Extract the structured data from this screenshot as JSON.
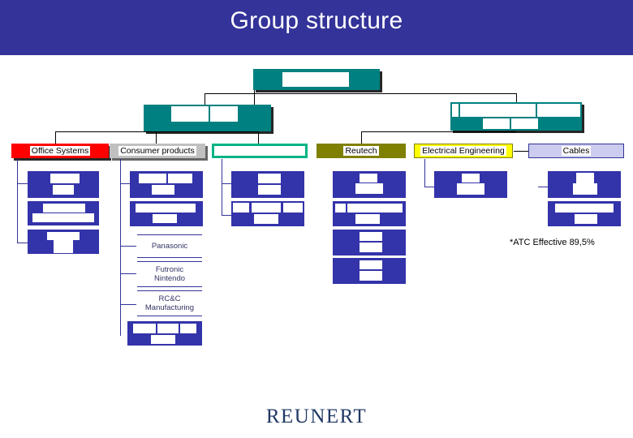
{
  "slide": {
    "title": "Group structure",
    "footnote": "*ATC Effective 89,5%",
    "logo": "REUNERT"
  },
  "colors": {
    "title_band": "#333399",
    "title_text": "#ffffff",
    "teal": "#008080",
    "blue": "#3333aa",
    "red": "#ff0000",
    "gray": "#c0c0c0",
    "green": "#00b386",
    "olive": "#808000",
    "yellow": "#ffff00",
    "lavender": "#ccccee",
    "logo_navy": "#1f3864"
  },
  "tiers": {
    "root": {
      "name": "group-holding-box",
      "redacted": true,
      "label": ""
    },
    "second": [
      {
        "name": "division-group-left",
        "redacted": true,
        "label": ""
      },
      {
        "name": "division-group-right",
        "redacted": true,
        "label": ""
      }
    ]
  },
  "divisions": [
    {
      "id": "office-systems",
      "label": "Office Systems",
      "fill": "#ff0000",
      "text_bg": "#ffffff",
      "border": "none",
      "labelled": true
    },
    {
      "id": "consumer-products",
      "label": "Consumer products",
      "fill": "#c0c0c0",
      "text_bg": "#ffffff",
      "border": "none",
      "labelled": true
    },
    {
      "id": "unlabelled-division",
      "label": "",
      "fill": "#ffffff",
      "text_bg": "#ffffff",
      "border": "3px solid #00b386",
      "labelled": false
    },
    {
      "id": "reutech",
      "label": "Reutech",
      "fill": "#808000",
      "text_bg": "#ffffff",
      "border": "none",
      "labelled": true
    },
    {
      "id": "electrical-engineering",
      "label": "Electrical Engineering",
      "fill": "#ffff00",
      "text_bg": "#ffffff",
      "border": "1px solid #808000",
      "labelled": true
    },
    {
      "id": "cables",
      "label": "Cables",
      "fill": "#ccccee",
      "text_bg": "#ffffff",
      "border": "1px solid #333399",
      "labelled": true
    }
  ],
  "subsidiaries": {
    "office_systems": [
      {
        "name": "office-systems-sub-1",
        "label": "",
        "redacted": true
      },
      {
        "name": "office-systems-sub-2",
        "label": "",
        "redacted": true
      },
      {
        "name": "office-systems-sub-3",
        "label": "",
        "redacted": true
      }
    ],
    "consumer_products": [
      {
        "name": "consumer-products-sub-1",
        "label": "",
        "redacted": true
      },
      {
        "name": "consumer-products-sub-2",
        "label": "",
        "redacted": true
      },
      {
        "name": "consumer-products-sub-last",
        "label": "",
        "redacted": true
      }
    ],
    "consumer_products_brands": [
      {
        "name": "brand-panasonic",
        "label": "Panasonic"
      },
      {
        "name": "brand-futronic-nintendo",
        "label": "Futronic\nNintendo"
      },
      {
        "name": "brand-rcc-manufacturing",
        "label": "RC&C\nManufacturing"
      }
    ],
    "unlabelled_division": [
      {
        "name": "unlabelled-sub-1",
        "label": "",
        "redacted": true
      },
      {
        "name": "unlabelled-sub-2",
        "label": "",
        "redacted": true
      }
    ],
    "reutech": [
      {
        "name": "reutech-sub-1",
        "label": "",
        "redacted": true
      },
      {
        "name": "reutech-sub-2",
        "label": "",
        "redacted": true
      },
      {
        "name": "reutech-sub-3",
        "label": "",
        "redacted": true
      },
      {
        "name": "reutech-sub-4",
        "label": "",
        "redacted": true
      }
    ],
    "electrical_engineering": [
      {
        "name": "electrical-engineering-sub-1",
        "label": "",
        "redacted": true
      }
    ],
    "cables": [
      {
        "name": "cables-sub-1",
        "label": "",
        "redacted": true
      },
      {
        "name": "cables-sub-2",
        "label": "",
        "redacted": true
      }
    ]
  }
}
